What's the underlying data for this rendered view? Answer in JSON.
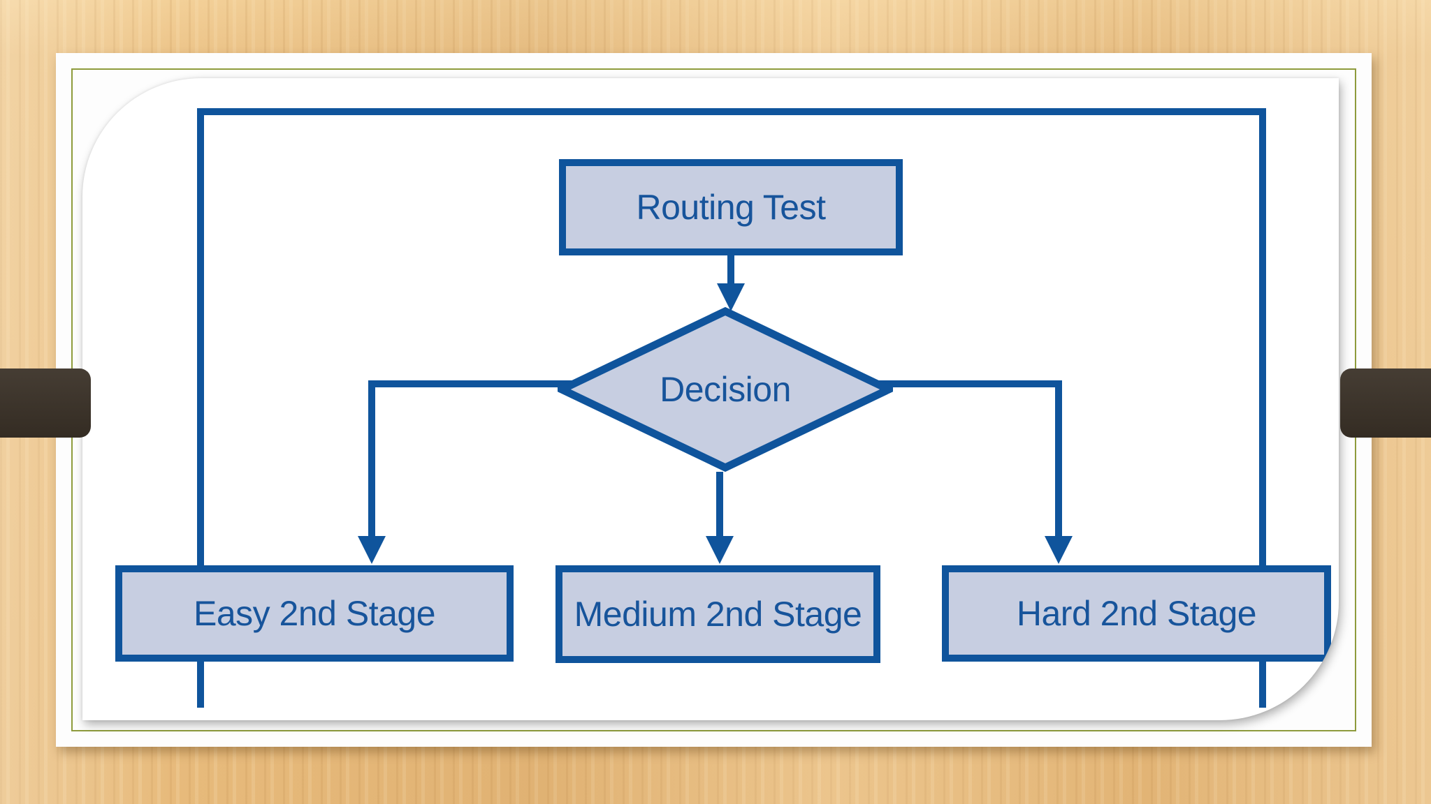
{
  "theme": {
    "line": "#0f549c",
    "fill": "#c7cee1",
    "text": "#17549b",
    "frame": "#8e9b3c",
    "wood": "#eabf82",
    "bar": "#3a3127",
    "slide": "#fdfdfd",
    "panel": "#ffffff"
  },
  "flowchart": {
    "routing": "Routing Test",
    "decision": "Decision",
    "easy": "Easy 2nd Stage",
    "medium": "Medium 2nd Stage",
    "hard": "Hard 2nd Stage"
  }
}
